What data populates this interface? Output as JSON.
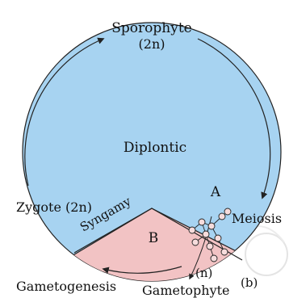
{
  "labels": {
    "sporophyte": "Sporophyte",
    "sporophyte_ploidy": "(2n)",
    "diplontic": "Diplontic",
    "zygote": "Zygote (2n)",
    "meiosis": "Meiosis",
    "syngamy": "Syngamy",
    "gametogenesis": "Gametogenesis",
    "gametophyte": "Gametophyte",
    "gametophyte_ploidy": "(n)",
    "region_a": "A",
    "region_b": "B",
    "panel": "(b)"
  },
  "colors": {
    "diploid_fill": "#a7d3f1",
    "haploid_fill": "#f2c3c4",
    "outline": "#222222"
  }
}
